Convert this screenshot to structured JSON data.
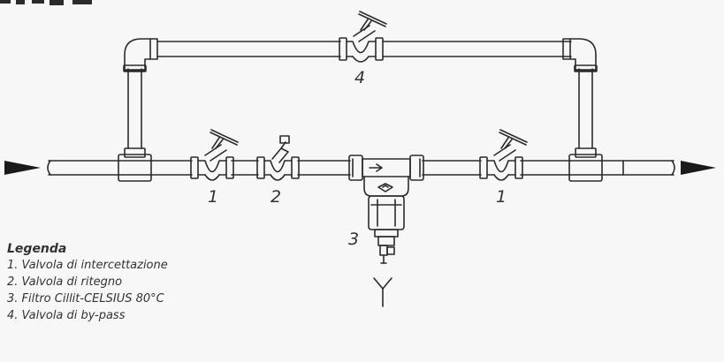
{
  "labels": {
    "valve_1_left": "1",
    "valve_2": "2",
    "filter_3": "3",
    "valve_4": "4",
    "valve_1_right": "1"
  },
  "legend": {
    "title": "Legenda",
    "items": [
      "1. Valvola di intercettazione",
      "2. Valvola di ritegno",
      "3. Filtro Cillit-CELSIUS 80°C",
      "4. Valvola di by-pass"
    ]
  },
  "colors": {
    "stroke": "#2b2b2b",
    "background": "#f7f7f7",
    "text": "#333333"
  }
}
